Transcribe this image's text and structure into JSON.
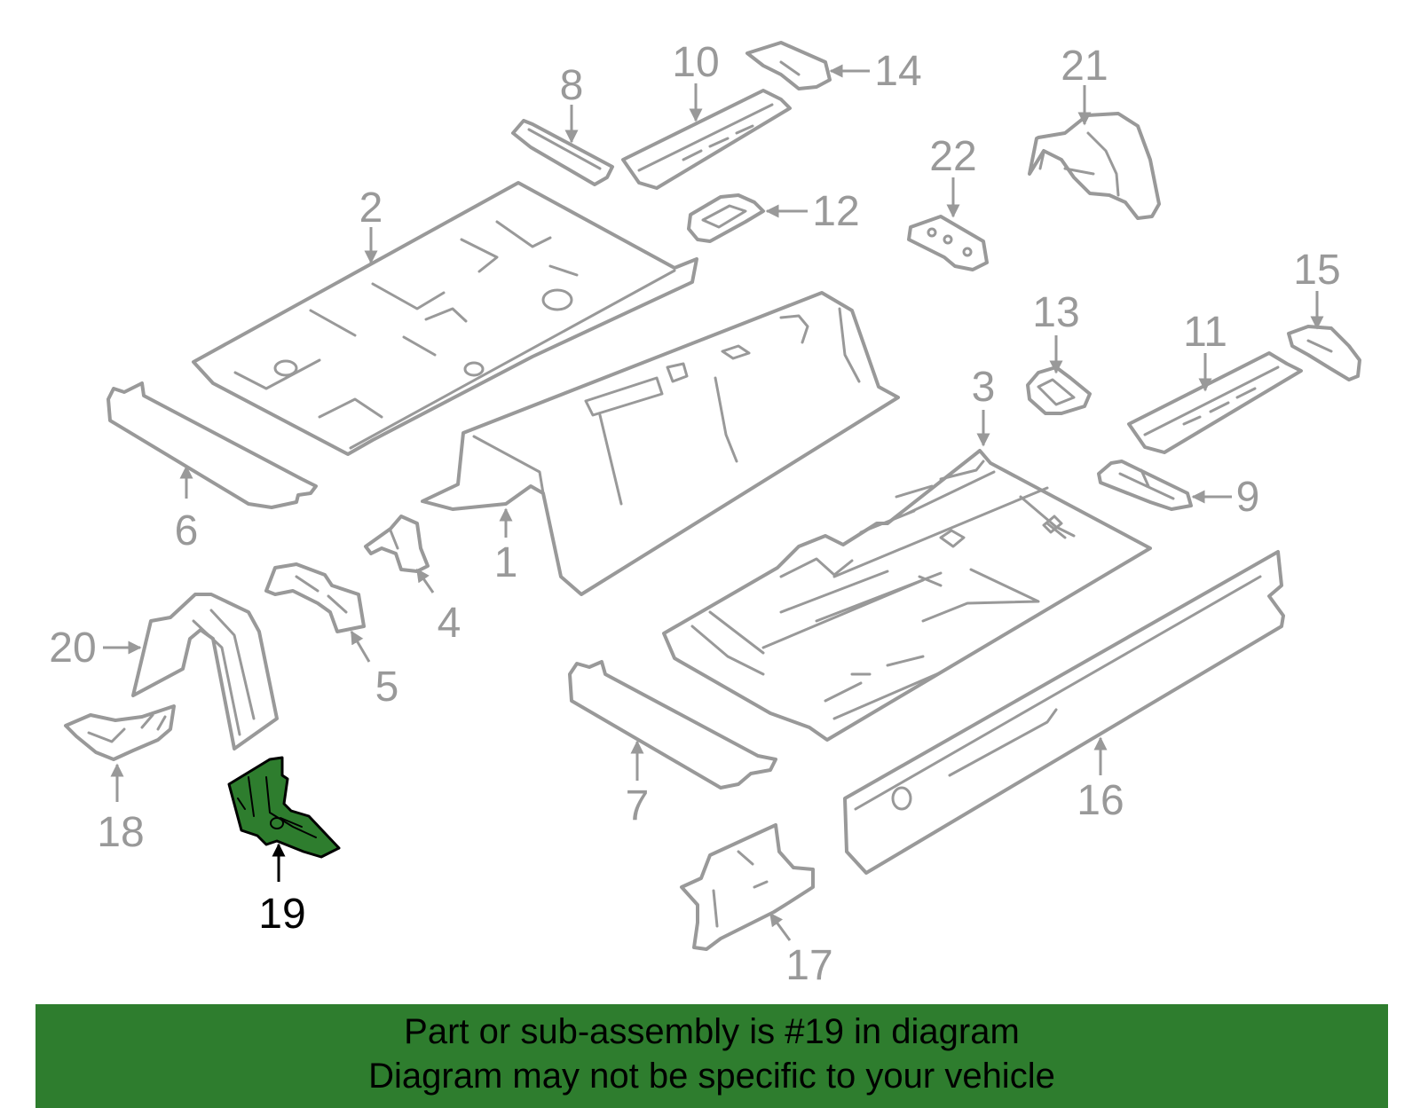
{
  "colors": {
    "banner_bg": "#2e7d2e",
    "highlight_fill": "#2e7d2e",
    "part_stroke": "#999999",
    "highlight_stroke": "#000000"
  },
  "highlighted_part": "19",
  "callouts": {
    "c1": "1",
    "c2": "2",
    "c3": "3",
    "c4": "4",
    "c5": "5",
    "c6": "6",
    "c7": "7",
    "c8": "8",
    "c9": "9",
    "c10": "10",
    "c11": "11",
    "c12": "12",
    "c13": "13",
    "c14": "14",
    "c15": "15",
    "c16": "16",
    "c17": "17",
    "c18": "18",
    "c19": "19",
    "c20": "20",
    "c21": "21",
    "c22": "22"
  },
  "banner": {
    "line1": "Part or sub-assembly is #19 in diagram",
    "line2": "Diagram may not be specific to your vehicle"
  }
}
